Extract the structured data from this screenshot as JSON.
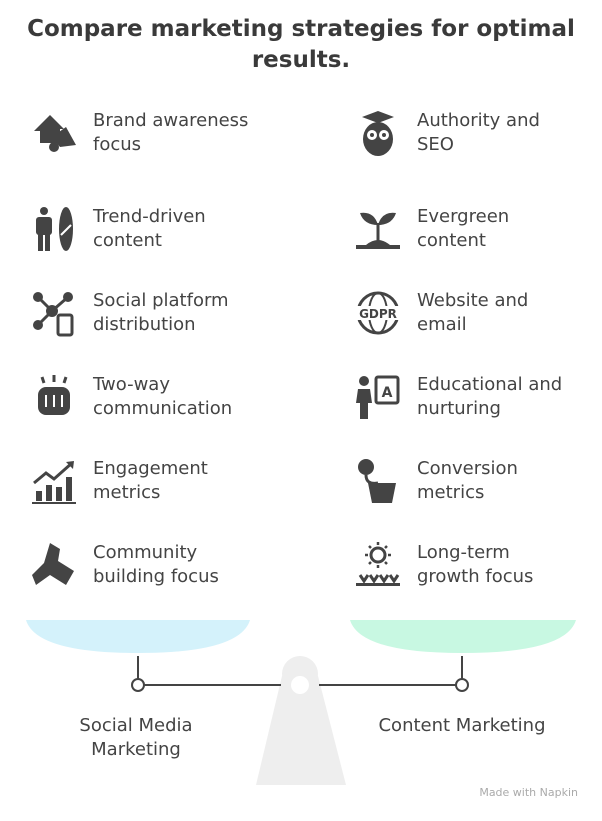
{
  "title": "Compare marketing strategies for optimal results.",
  "left": {
    "label": "Social Media Marketing",
    "color": "#d4f2fb",
    "items": [
      {
        "icon": "house-megaphone-icon",
        "text": "Brand awareness focus"
      },
      {
        "icon": "person-surfboard-icon",
        "text": "Trend-driven content"
      },
      {
        "icon": "share-network-icon",
        "text": "Social platform distribution"
      },
      {
        "icon": "fist-icon",
        "text": "Two-way communication"
      },
      {
        "icon": "bar-chart-trend-icon",
        "text": "Engagement metrics"
      },
      {
        "icon": "joined-hands-icon",
        "text": "Community building focus"
      }
    ]
  },
  "right": {
    "label": "Content Marketing",
    "color": "#c8f8e2",
    "items": [
      {
        "icon": "owl-graduate-icon",
        "text": "Authority and SEO"
      },
      {
        "icon": "sprout-icon",
        "text": "Evergreen content"
      },
      {
        "icon": "gdpr-globe-icon",
        "text": "Website and email"
      },
      {
        "icon": "teacher-board-icon",
        "text": "Educational and nurturing"
      },
      {
        "icon": "funnel-conversion-icon",
        "text": "Conversion metrics"
      },
      {
        "icon": "sun-growth-icon",
        "text": "Long-term growth focus"
      }
    ]
  },
  "credit": "Made with Napkin"
}
